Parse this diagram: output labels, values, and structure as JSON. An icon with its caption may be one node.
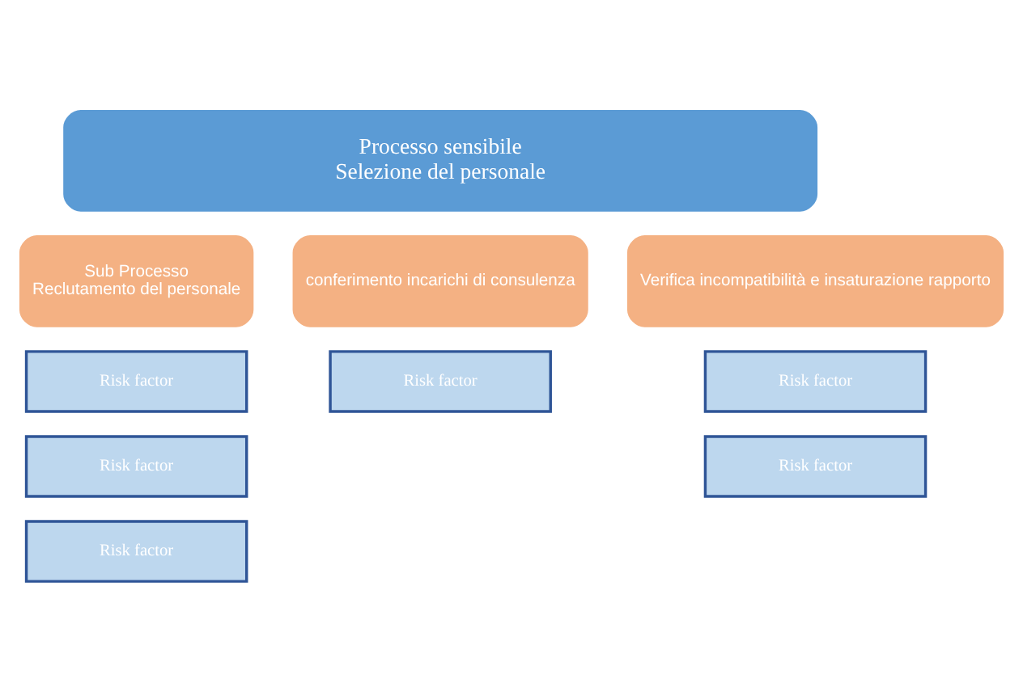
{
  "diagram": {
    "nodes": [
      {
        "text": [
          "Processo sensibile",
          "Selezione del personale"
        ]
      },
      {
        "text": [
          "Sub Processo",
          "Reclutamento del personale"
        ]
      },
      {
        "text": [
          "conferimento incarichi di consulenza"
        ]
      },
      {
        "text": [
          "Verifica incompatibilità e insaturazione rapporto"
        ]
      },
      {
        "text": [
          "Risk factor"
        ]
      },
      {
        "text": [
          "Risk factor"
        ]
      },
      {
        "text": [
          "Risk factor"
        ]
      },
      {
        "text": [
          "Risk factor"
        ]
      },
      {
        "text": [
          "Risk factor"
        ]
      },
      {
        "text": [
          "Risk factor"
        ]
      }
    ]
  }
}
